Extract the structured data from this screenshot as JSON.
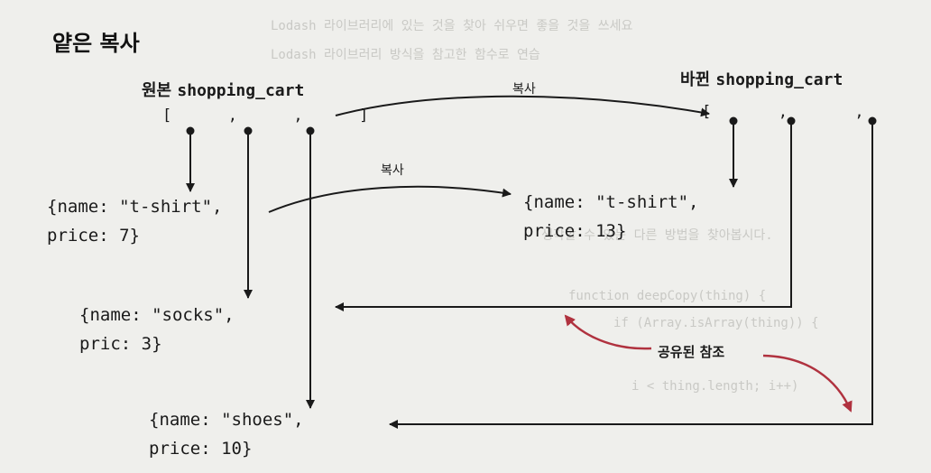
{
  "title": "얕은 복사",
  "original": {
    "label": "원본",
    "var": "shopping_cart",
    "brackets": "[  ,  ,  ]"
  },
  "changed": {
    "label": "바뀐",
    "var": "shopping_cart",
    "brackets": "[  ,  ,  ]"
  },
  "copy_label_top": "복사",
  "copy_label_mid": "복사",
  "shared_label": "공유된 참조",
  "items": {
    "tshirt_line1": "{name: \"t-shirt\",",
    "tshirt_line2": " price: 7}",
    "tshirt_copy_line1": "{name: \"t-shirt\",",
    "tshirt_copy_line2": " price: 13}",
    "socks_line1": "{name: \"socks\",",
    "socks_line2": " pric: 3}",
    "shoes_line1": "{name: \"shoes\",",
    "shoes_line2": " price: 10}"
  }
}
